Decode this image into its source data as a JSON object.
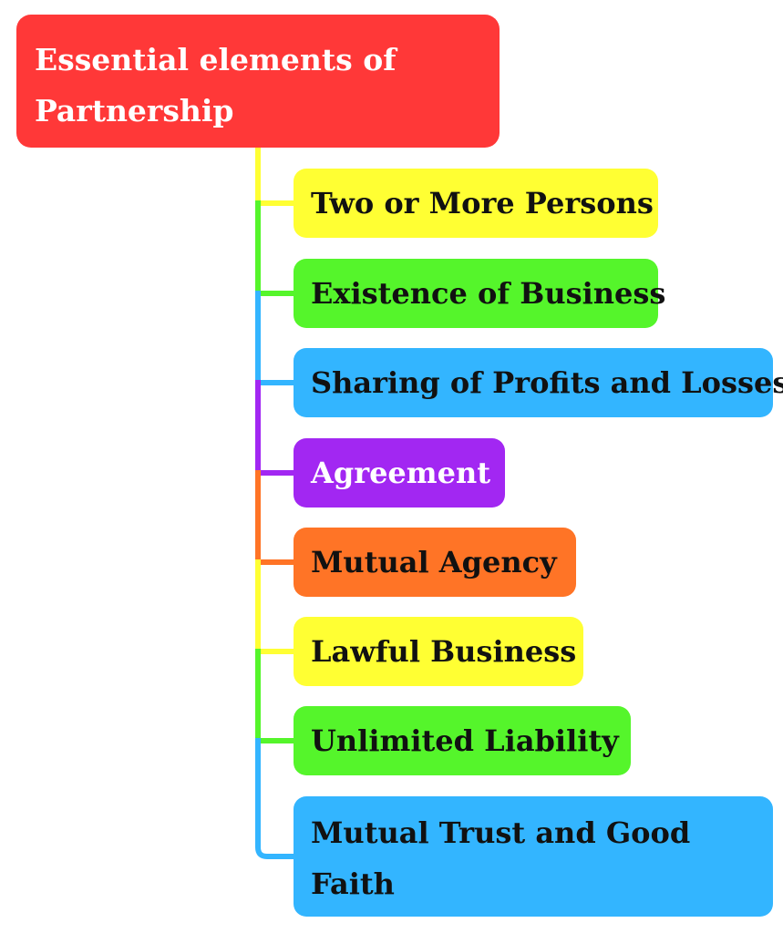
{
  "diagram": {
    "root": {
      "label": "Essential elements of Partnership",
      "color": "#ff3838",
      "text_color": "#ffffff"
    },
    "children": [
      {
        "label": "Two or More Persons",
        "color": "#ffff33",
        "text_color": "#111111"
      },
      {
        "label": "Existence of Business",
        "color": "#55f52b",
        "text_color": "#111111"
      },
      {
        "label": "Sharing of Profits and Losses",
        "color": "#33b5ff",
        "text_color": "#111111"
      },
      {
        "label": "Agreement",
        "color": "#a227f2",
        "text_color": "#ffffff"
      },
      {
        "label": "Mutual Agency",
        "color": "#ff7426",
        "text_color": "#111111"
      },
      {
        "label": "Lawful Business",
        "color": "#ffff33",
        "text_color": "#111111"
      },
      {
        "label": "Unlimited Liability",
        "color": "#55f52b",
        "text_color": "#111111"
      },
      {
        "label": "Mutual Trust and Good Faith",
        "color": "#33b5ff",
        "text_color": "#111111"
      }
    ]
  }
}
